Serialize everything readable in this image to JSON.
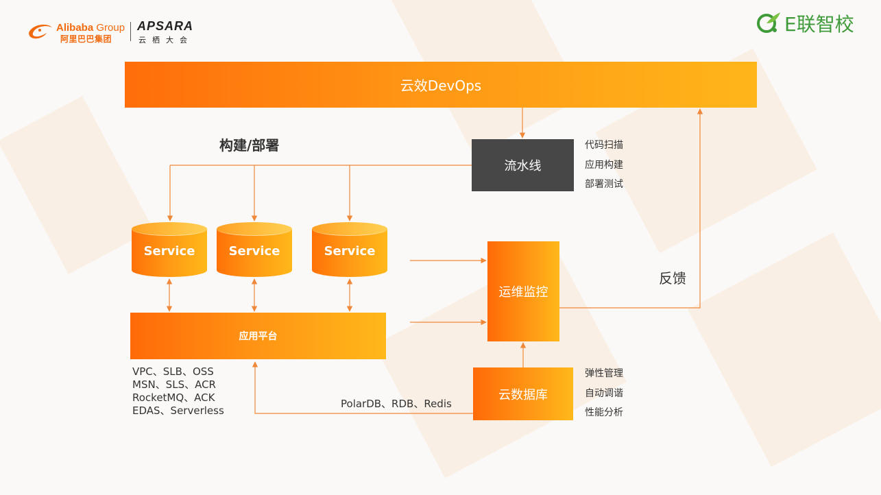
{
  "logos": {
    "alibaba_en": "Alibaba",
    "alibaba_group": "Group",
    "alibaba_cn": "阿里巴巴集团",
    "apsara": "APSARA",
    "apsara_cn": "云栖大会",
    "elian": "E联智校"
  },
  "diagram": {
    "devops": "云效DevOps",
    "build_deploy": "构建/部署",
    "pipeline": "流水线",
    "pipeline_features": [
      "代码扫描",
      "应用构建",
      "部署测试"
    ],
    "services": [
      "Service",
      "Service",
      "Service"
    ],
    "platform": "应用平台",
    "platform_products": [
      "VPC、SLB、OSS",
      "MSN、SLS、ACR",
      "RocketMQ、ACK",
      "EDAS、Serverless"
    ],
    "databases": "PolarDB、RDB、Redis",
    "monitor": "运维监控",
    "cloud_db": "云数据库",
    "cloud_db_features": [
      "弹性管理",
      "自动调谐",
      "性能分析"
    ],
    "feedback": "反馈"
  },
  "colors": {
    "orange_start": "#ff6a08",
    "orange_end": "#ffb81a",
    "line": "#f0883a",
    "pipeline_bg": "#474747",
    "elian_green": "#3f9b3a",
    "alibaba_orange": "#f26a10"
  }
}
